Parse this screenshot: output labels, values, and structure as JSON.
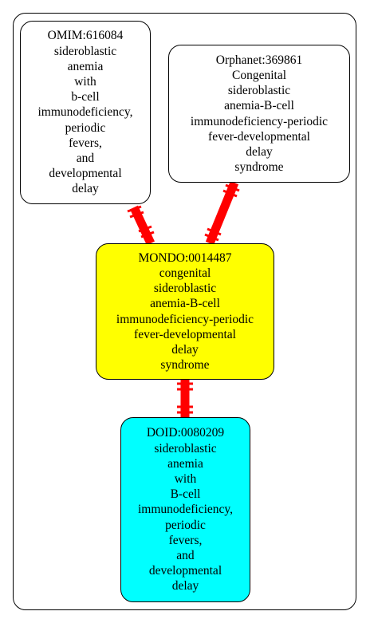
{
  "colors": {
    "edge": "#ff0000",
    "mondo_fill": "#ffff00",
    "doid_fill": "#00ffff",
    "plain_fill": "#ffffff"
  },
  "nodes": {
    "omim": [
      "OMIM:616084",
      "sideroblastic",
      "anemia",
      "with",
      "b-cell",
      "immunodeficiency,",
      "periodic",
      "fevers,",
      "and",
      "developmental",
      "delay"
    ],
    "orphanet": [
      "Orphanet:369861",
      "Congenital",
      "sideroblastic",
      "anemia-B-cell",
      "immunodeficiency-periodic",
      "fever-developmental",
      "delay",
      "syndrome"
    ],
    "mondo": [
      "MONDO:0014487",
      "congenital",
      "sideroblastic",
      "anemia-B-cell",
      "immunodeficiency-periodic",
      "fever-developmental",
      "delay",
      "syndrome"
    ],
    "doid": [
      "DOID:0080209",
      "sideroblastic",
      "anemia",
      "with",
      "B-cell",
      "immunodeficiency,",
      "periodic",
      "fevers,",
      "and",
      "developmental",
      "delay"
    ]
  }
}
